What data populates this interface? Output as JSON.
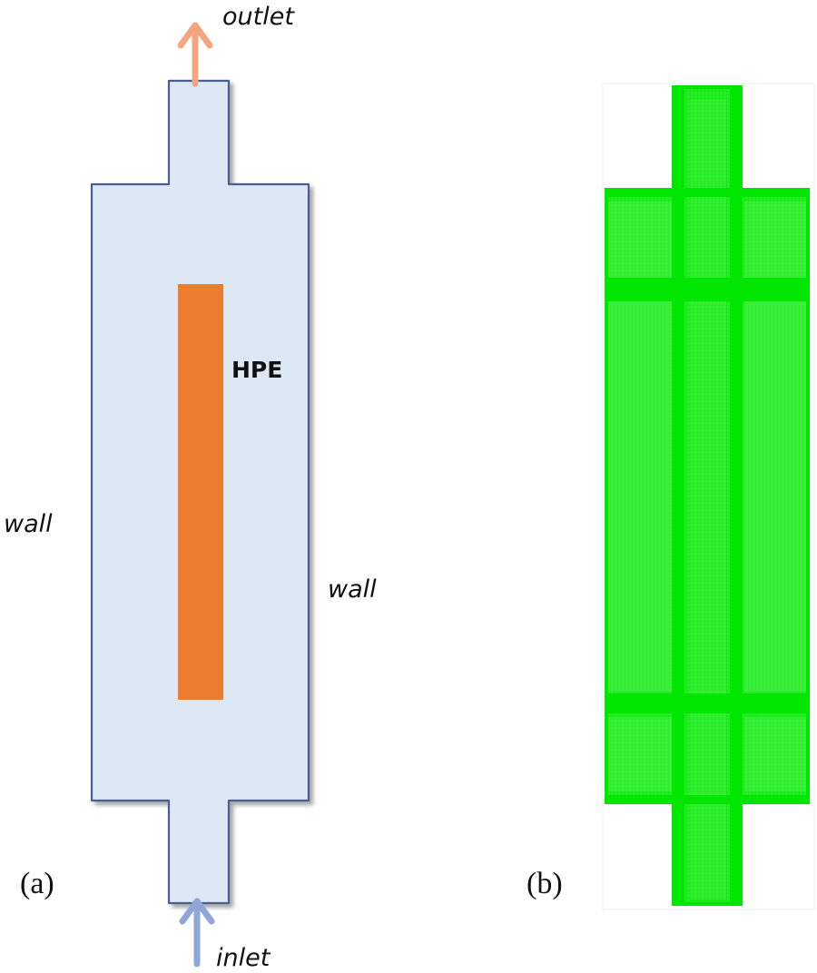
{
  "panel_a": {
    "label": "(a)",
    "labels": {
      "outlet": "outlet",
      "inlet": "inlet",
      "wall_left": "wall",
      "wall_right": "wall",
      "hpe": "HPE"
    },
    "colors": {
      "fluid": "#dde8f4",
      "outline": "#4a5f94",
      "hpe": "#ec7c30",
      "outlet_arrow": "#f4a57f",
      "inlet_arrow": "#8fa6d8"
    }
  },
  "panel_b": {
    "label": "(b)",
    "colors": {
      "mesh": "#22ee22",
      "mesh_dense": "#00e600"
    }
  }
}
